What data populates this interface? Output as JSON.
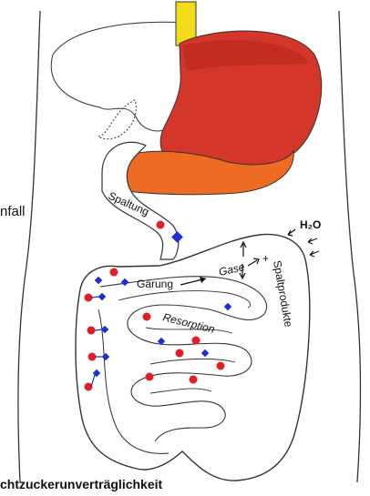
{
  "labels": {
    "side_fragment": "nfall",
    "spaltung": "Spaltung",
    "gaerung": "Gärung",
    "gase": "Gase",
    "resorption": "Resorption",
    "spaltprodukte": "Spaltprodukte",
    "water": "H₂O",
    "plus": "+",
    "caption": "chtzuckerunverträglichkeit"
  },
  "colors": {
    "esophagus": "#f2dc1a",
    "stomach": "#d4372a",
    "stomach_dark": "#b7241b",
    "pancreas": "#ef6a22",
    "red_particle": "#e01e26",
    "blue_particle": "#1a2fd6",
    "outline": "#222222"
  }
}
